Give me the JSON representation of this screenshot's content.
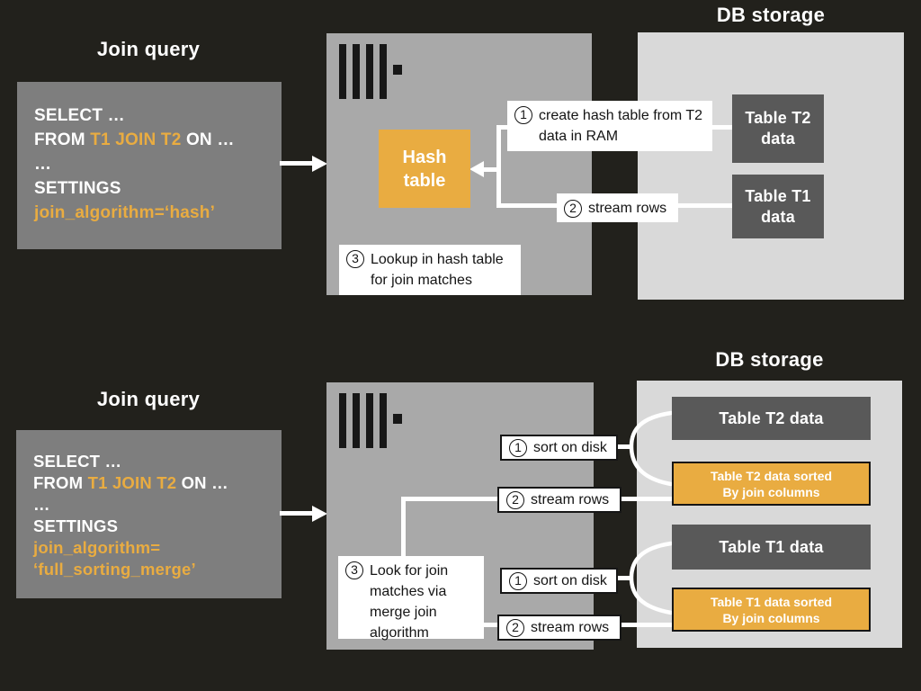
{
  "colors": {
    "background": "#22211C",
    "server_gray": "#A9A9A9",
    "storage_gray": "#D9D9D9",
    "query_gray": "#7E7E7E",
    "table_dark_gray": "#595959",
    "accent_orange": "#E9AC41",
    "callout_white": "#FFFFFF",
    "text_white": "#FFFFFF",
    "text_black": "#141414"
  },
  "hash_join": {
    "query_title": "Join query",
    "sql": {
      "select": "SELECT …",
      "from": "FROM ",
      "tables": "T1 JOIN T2",
      "on": " ON …",
      "ellipsis": "…",
      "settings": "SETTINGS",
      "algorithm": "join_algorithm=‘hash’"
    },
    "server": {
      "hash_table_label": "Hash table"
    },
    "storage": {
      "title": "DB storage",
      "table_t2": "Table T2 data",
      "table_t1": "Table T1 data"
    },
    "steps": {
      "s1": {
        "num": "1",
        "text": "create hash table from T2 data in RAM"
      },
      "s2": {
        "num": "2",
        "text": "stream rows"
      },
      "s3": {
        "num": "3",
        "text": "Lookup in hash table for join matches"
      }
    }
  },
  "merge_join": {
    "query_title": "Join query",
    "sql": {
      "select": "SELECT …",
      "from": "FROM ",
      "tables": "T1 JOIN T2",
      "on": " ON …",
      "ellipsis": "…",
      "settings": "SETTINGS",
      "algorithm_line1": "join_algorithm=",
      "algorithm_line2": "‘full_sorting_merge’"
    },
    "storage": {
      "title": "DB storage",
      "table_t2": "Table T2 data",
      "table_t2_sorted_line1": "Table T2 data sorted",
      "table_t2_sorted_line2": "By join columns",
      "table_t1": "Table T1 data",
      "table_t1_sorted_line1": "Table T1 data sorted",
      "table_t1_sorted_line2": "By join columns"
    },
    "steps": {
      "sort_t2": {
        "num": "1",
        "text": "sort on disk"
      },
      "stream_t2": {
        "num": "2",
        "text": "stream rows"
      },
      "s3": {
        "num": "3",
        "text": "Look for join matches via merge join algorithm"
      },
      "sort_t1": {
        "num": "1",
        "text": "sort on disk"
      },
      "stream_t1": {
        "num": "2",
        "text": "stream rows"
      }
    }
  }
}
